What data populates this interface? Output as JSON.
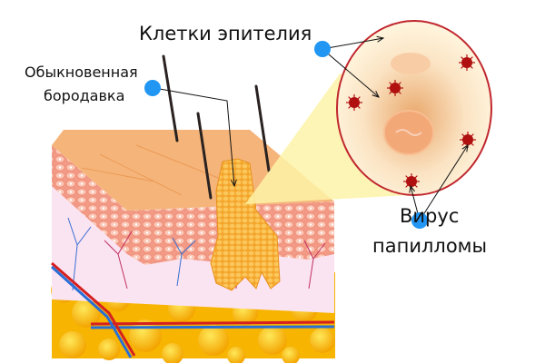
{
  "labels": {
    "epithelial_cells": "Клетки эпителия",
    "common_wart_line1": "Обыкновенная",
    "common_wart_line2": "бородавка",
    "virus_line1": "Вирус",
    "virus_line2": "папилломы"
  },
  "colors": {
    "marker": "#2196f3",
    "skin_top": "#f5b57a",
    "epidermis": "#f4a488",
    "dermis": "#fbe4f2",
    "fat": "#f9b800",
    "wart": "#f7b43a",
    "virus": "#b01010",
    "cell_outline": "#c0272d"
  },
  "icons": [
    "marker-dot",
    "virus-particle",
    "hair",
    "blood-vessel"
  ]
}
